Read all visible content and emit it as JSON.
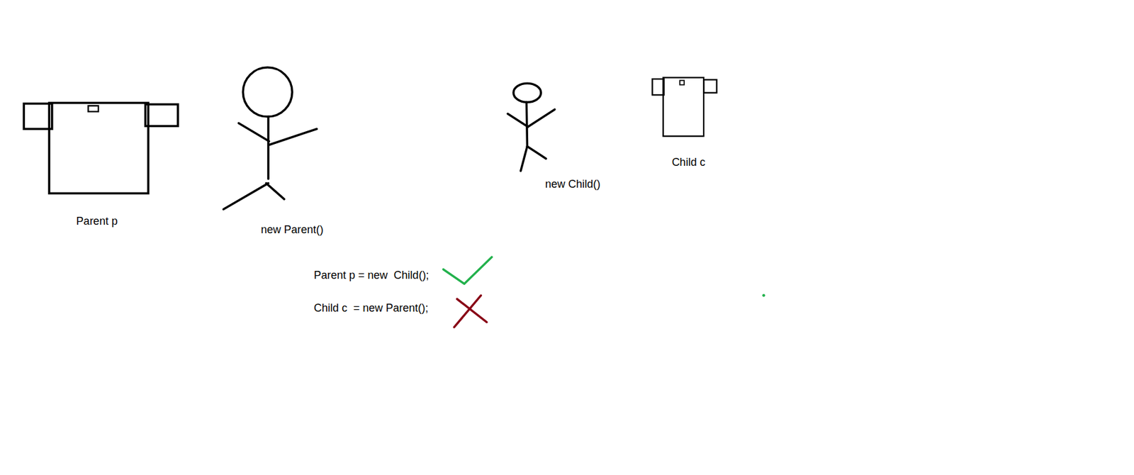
{
  "diagram": {
    "labels": [
      "Parent p",
      "new Parent()",
      "new Child()",
      "Child c",
      "Parent p = new  Child();",
      "Child c  = new Parent();"
    ]
  }
}
